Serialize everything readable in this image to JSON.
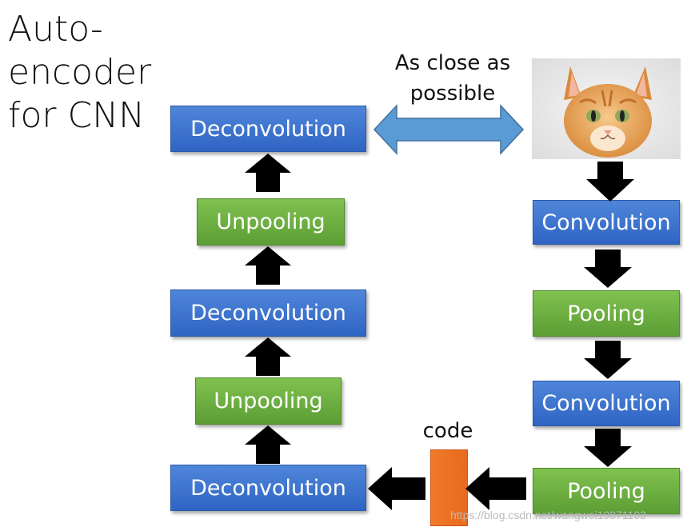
{
  "title": {
    "line1": "Auto-",
    "line2": "encoder",
    "line3": "for CNN"
  },
  "caption": {
    "line1": "As close as",
    "line2": "possible"
  },
  "code_label": "code",
  "decoder": {
    "deconv_top": "Deconvolution",
    "unpool_1": "Unpooling",
    "deconv_mid": "Deconvolution",
    "unpool_2": "Unpooling",
    "deconv_bottom": "Deconvolution"
  },
  "encoder": {
    "conv_1": "Convolution",
    "pool_1": "Pooling",
    "conv_2": "Convolution",
    "pool_2": "Pooling"
  },
  "colors": {
    "conv_blue": "#3a6fcf",
    "pool_green": "#6aae3e",
    "code_orange": "#ee7428",
    "compare_arrow": "#5b9bd5"
  },
  "watermark": "https://blog.csdn.net/wangwei19871103"
}
